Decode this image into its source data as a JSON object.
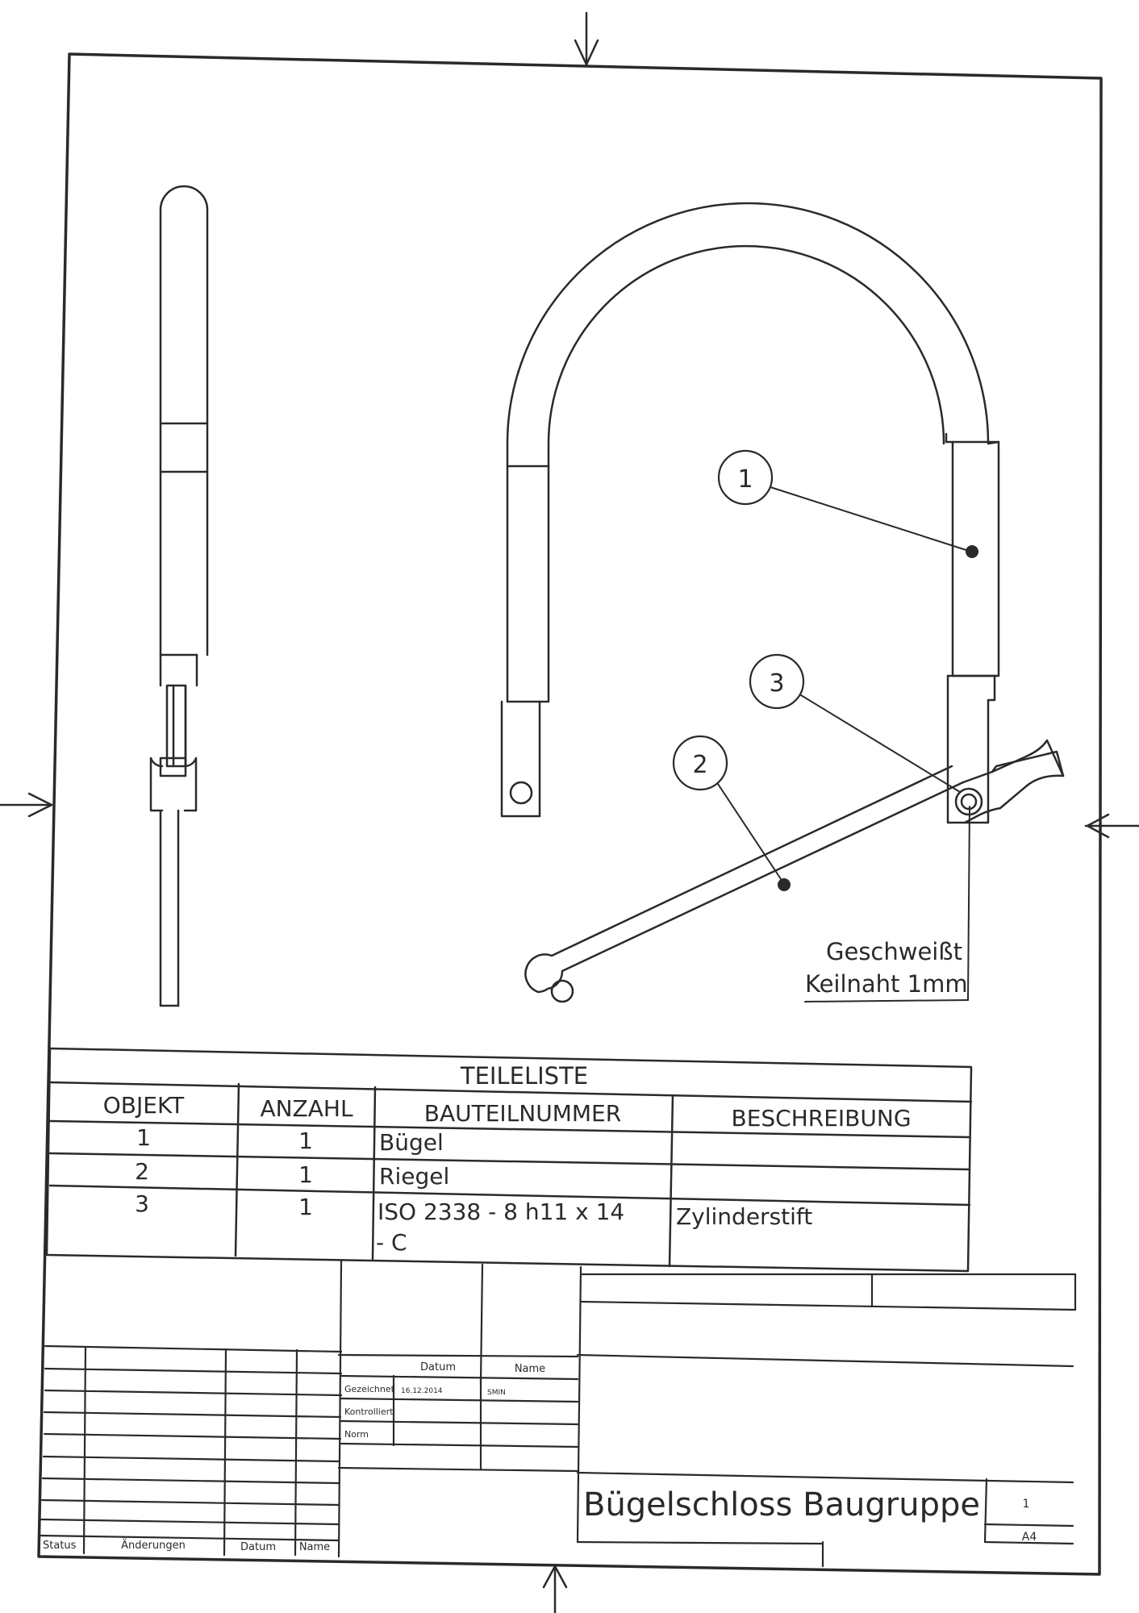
{
  "balloons": [
    "1",
    "2",
    "3"
  ],
  "weld_note": {
    "line1": "Geschweißt",
    "line2": "Keilnaht 1mm"
  },
  "parts_list": {
    "title": "TEILELISTE",
    "headers": [
      "OBJEKT",
      "ANZAHL",
      "BAUTEILNUMMER",
      "BESCHREIBUNG"
    ],
    "rows": [
      {
        "objekt": "1",
        "anzahl": "1",
        "bauteil": "Bügel",
        "bauteil2": "",
        "beschreibung": ""
      },
      {
        "objekt": "2",
        "anzahl": "1",
        "bauteil": "Riegel",
        "bauteil2": "",
        "beschreibung": ""
      },
      {
        "objekt": "3",
        "anzahl": "1",
        "bauteil": "ISO 2338 - 8 h11 x 14",
        "bauteil2": "- C",
        "beschreibung": "Zylinderstift"
      }
    ]
  },
  "title_block": {
    "col_datum": "Datum",
    "col_name": "Name",
    "gezeichnet_label": "Gezeichnet",
    "gezeichnet_datum": "16.12.2014",
    "gezeichnet_name": "SMIN",
    "kontrolliert_label": "Kontrolliert",
    "norm_label": "Norm",
    "drawing_title": "Bügelschloss Baugruppe",
    "sheet_number": "1",
    "sheet_format": "A4",
    "revision_status": "Status",
    "revision_changes": "Änderungen",
    "revision_date": "Datum",
    "revision_name": "Name"
  }
}
